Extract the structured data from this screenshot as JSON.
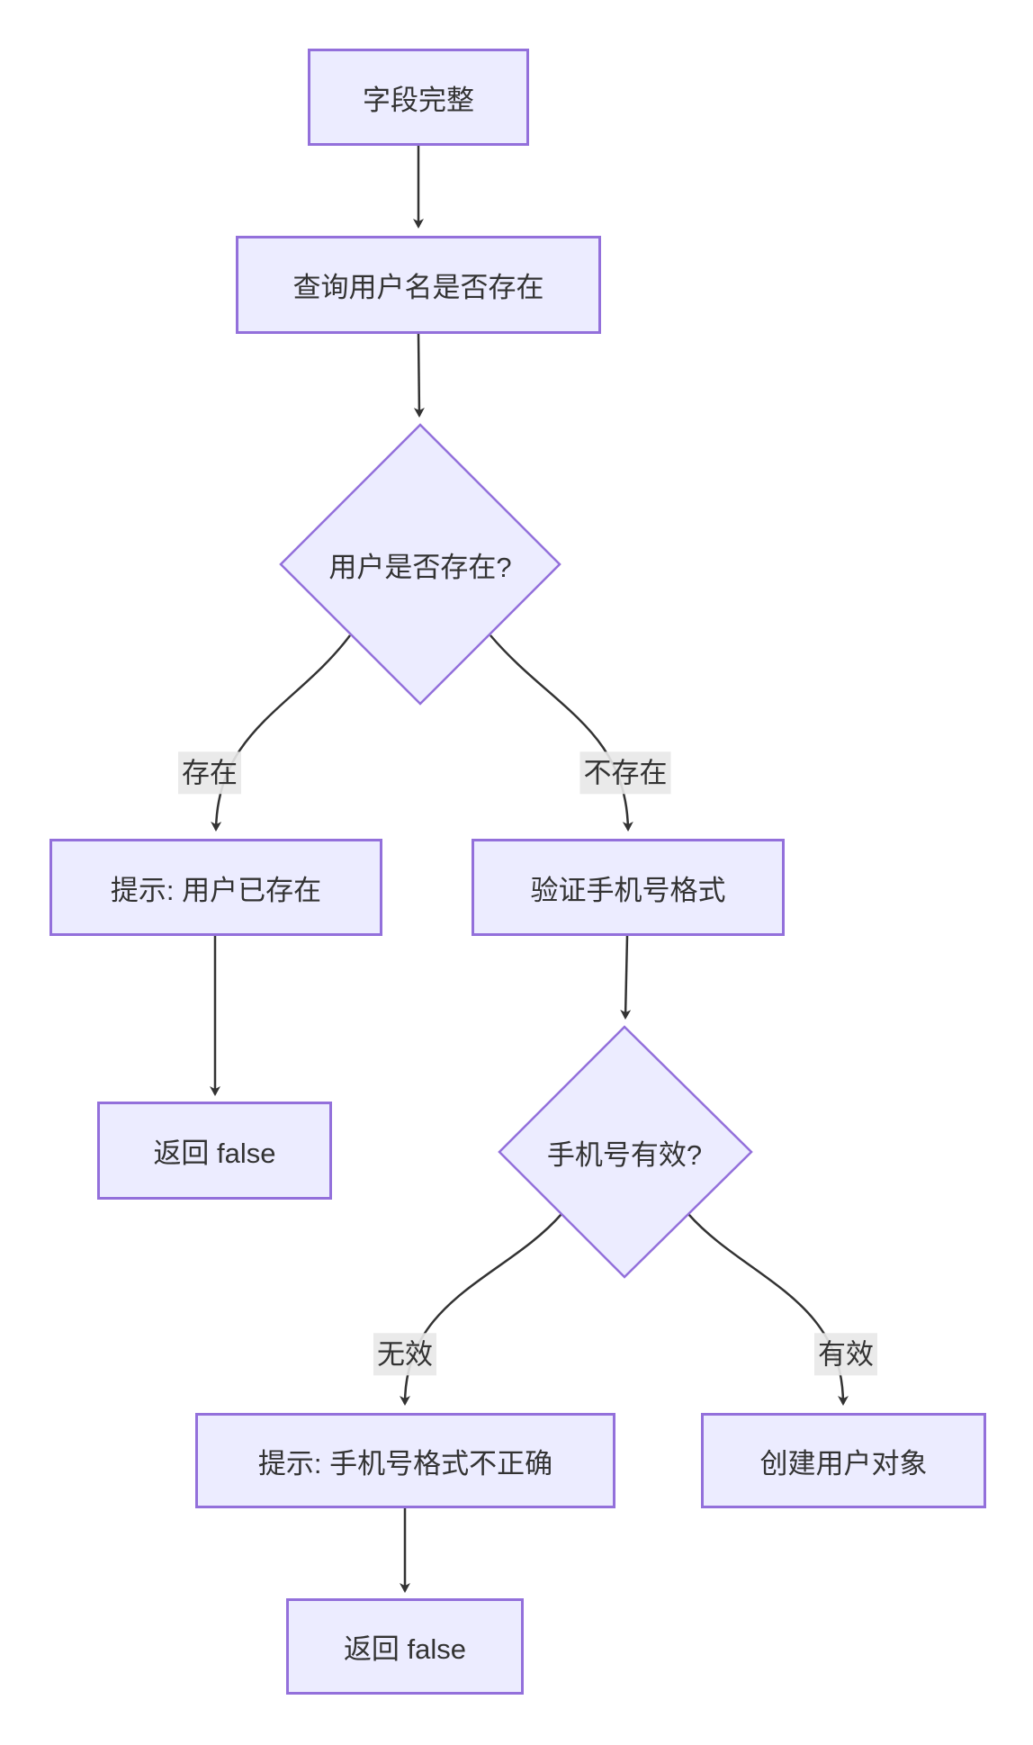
{
  "diagram": {
    "type": "flowchart",
    "direction": "top-down",
    "colors": {
      "background": "#ffffff",
      "node_fill": "#ECECFF",
      "node_border": "#9370DB",
      "edge_color": "#333333",
      "text_color": "#333333",
      "edge_label_bg": "#e8e8e8"
    },
    "nodes": [
      {
        "label": "字段完整",
        "shape": "rect"
      },
      {
        "label": "查询用户名是否存在",
        "shape": "rect"
      },
      {
        "label": "用户是否存在?",
        "shape": "diamond"
      },
      {
        "label": "提示: 用户已存在",
        "shape": "rect"
      },
      {
        "label": "验证手机号格式",
        "shape": "rect"
      },
      {
        "label": "返回 false",
        "shape": "rect"
      },
      {
        "label": "手机号有效?",
        "shape": "diamond"
      },
      {
        "label": "提示: 手机号格式不正确",
        "shape": "rect"
      },
      {
        "label": "创建用户对象",
        "shape": "rect"
      },
      {
        "label": "返回 false",
        "shape": "rect"
      }
    ],
    "edge_labels": {
      "exists": "存在",
      "not_exists": "不存在",
      "invalid": "无效",
      "valid": "有效"
    },
    "edges": [
      {
        "from": "字段完整",
        "to": "查询用户名是否存在",
        "label": ""
      },
      {
        "from": "查询用户名是否存在",
        "to": "用户是否存在?",
        "label": ""
      },
      {
        "from": "用户是否存在?",
        "to": "提示: 用户已存在",
        "label": "存在"
      },
      {
        "from": "用户是否存在?",
        "to": "验证手机号格式",
        "label": "不存在"
      },
      {
        "from": "提示: 用户已存在",
        "to": "返回 false",
        "label": ""
      },
      {
        "from": "验证手机号格式",
        "to": "手机号有效?",
        "label": ""
      },
      {
        "from": "手机号有效?",
        "to": "提示: 手机号格式不正确",
        "label": "无效"
      },
      {
        "from": "手机号有效?",
        "to": "创建用户对象",
        "label": "有效"
      },
      {
        "from": "提示: 手机号格式不正确",
        "to": "返回 false",
        "label": ""
      }
    ]
  }
}
